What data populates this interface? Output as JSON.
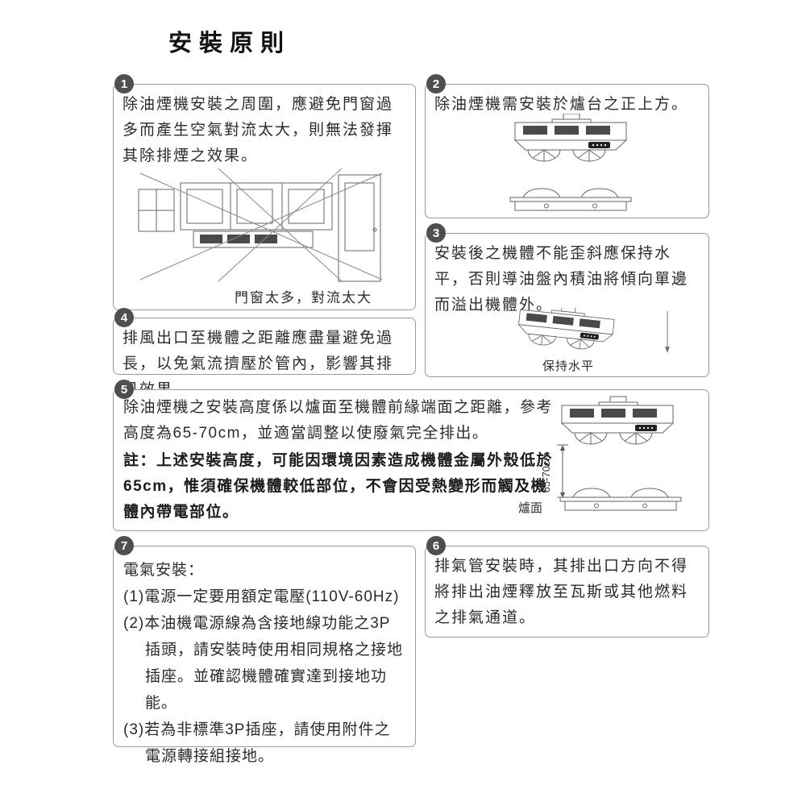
{
  "page": {
    "title": "安裝原則"
  },
  "colors": {
    "border": "#9a9a9a",
    "badge": "#4f4f4f",
    "text": "#2b2b2b"
  },
  "sections": {
    "s1": {
      "number": "1",
      "text": "除油煙機安裝之周圍，應避免門窗過多而產生空氣對流太大，則無法發揮其除排煙之效果。",
      "caption": "門窗太多，對流太大"
    },
    "s2": {
      "number": "2",
      "text": "除油煙機需安裝於爐台之正上方。"
    },
    "s3": {
      "number": "3",
      "text": "安裝後之機體不能歪斜應保持水平，否則導油盤內積油將傾向單邊而溢出機體外。",
      "caption": "保持水平"
    },
    "s4": {
      "number": "4",
      "text": "排風出口至機體之距離應盡量避免過長，以免氣流擠壓於管內，影響其排風效果。"
    },
    "s5": {
      "number": "5",
      "text": "除油煙機之安裝高度係以爐面至機體前緣端面之距離，參考高度為65-70cm，並適當調整以使廢氣完全排出。",
      "note": "註：上述安裝高度，可能因環境因素造成機體金屬外殼低於65cm，惟須確保機體較低部位，不會因受熱變形而觸及機體內帶電部位。",
      "height_label": "65-70cm",
      "stove_label": "爐面"
    },
    "s6": {
      "number": "6",
      "text": "排氣管安裝時，其排出口方向不得將排出油煙釋放至瓦斯或其他燃料之排氣通道。"
    },
    "s7": {
      "number": "7",
      "heading": "電氣安裝：",
      "items": [
        "(1)電源一定要用額定電壓(110V-60Hz)",
        "(2)本油機電源線為含接地線功能之3P插頭，請安裝時使用相同規格之接地插座。並確認機體確實達到接地功能。",
        "(3)若為非標準3P插座，請使用附件之電源轉接組接地。"
      ]
    }
  }
}
